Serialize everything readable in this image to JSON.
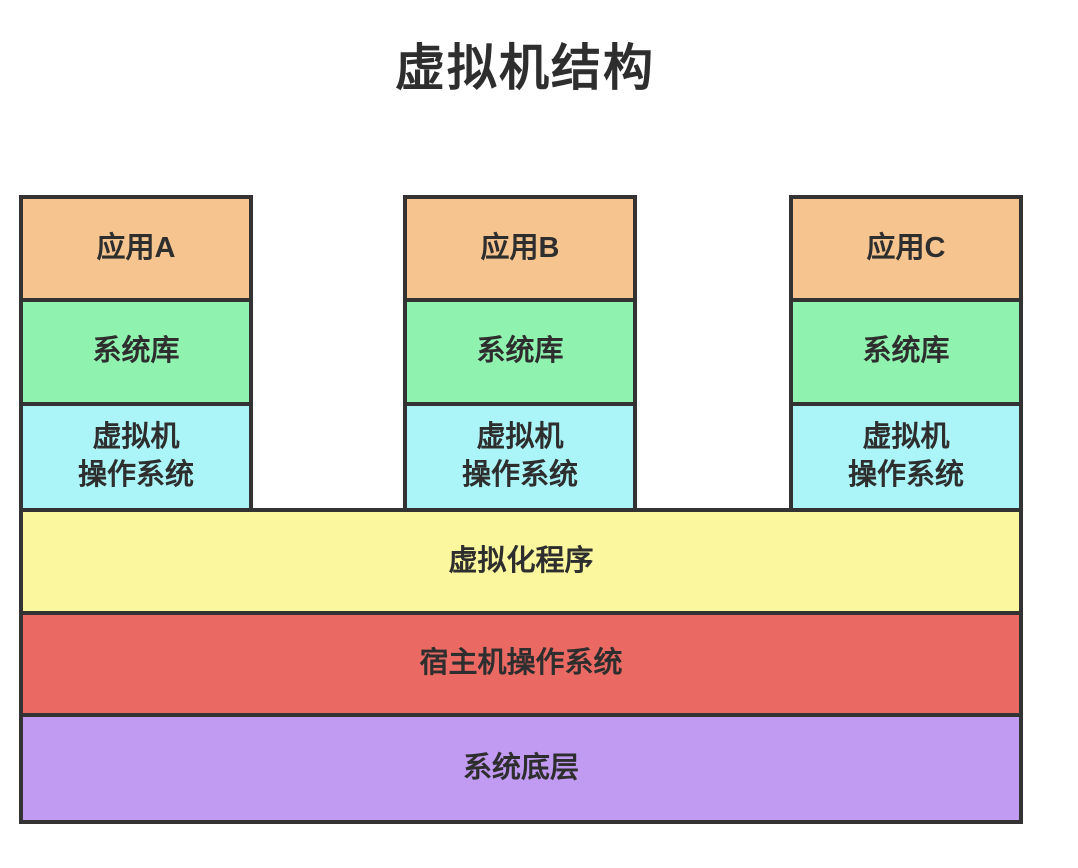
{
  "title": "虚拟机结构",
  "colors": {
    "app_fill": "#F5C48F",
    "syslib_fill": "#8FF2AF",
    "vmos_fill": "#ABF4F7",
    "hypervisor_fill": "#FAF79E",
    "host_os_fill": "#EB6963",
    "base_fill": "#C19AF2",
    "border": "#333333",
    "text": "#2E2E2E"
  },
  "stacks": [
    {
      "app": "应用A",
      "syslib": "系统库",
      "vmos": "虚拟机\n操作系统"
    },
    {
      "app": "应用B",
      "syslib": "系统库",
      "vmos": "虚拟机\n操作系统"
    },
    {
      "app": "应用C",
      "syslib": "系统库",
      "vmos": "虚拟机\n操作系统"
    }
  ],
  "layers": [
    {
      "label": "虚拟化程序"
    },
    {
      "label": "宿主机操作系统"
    },
    {
      "label": "系统底层"
    }
  ]
}
